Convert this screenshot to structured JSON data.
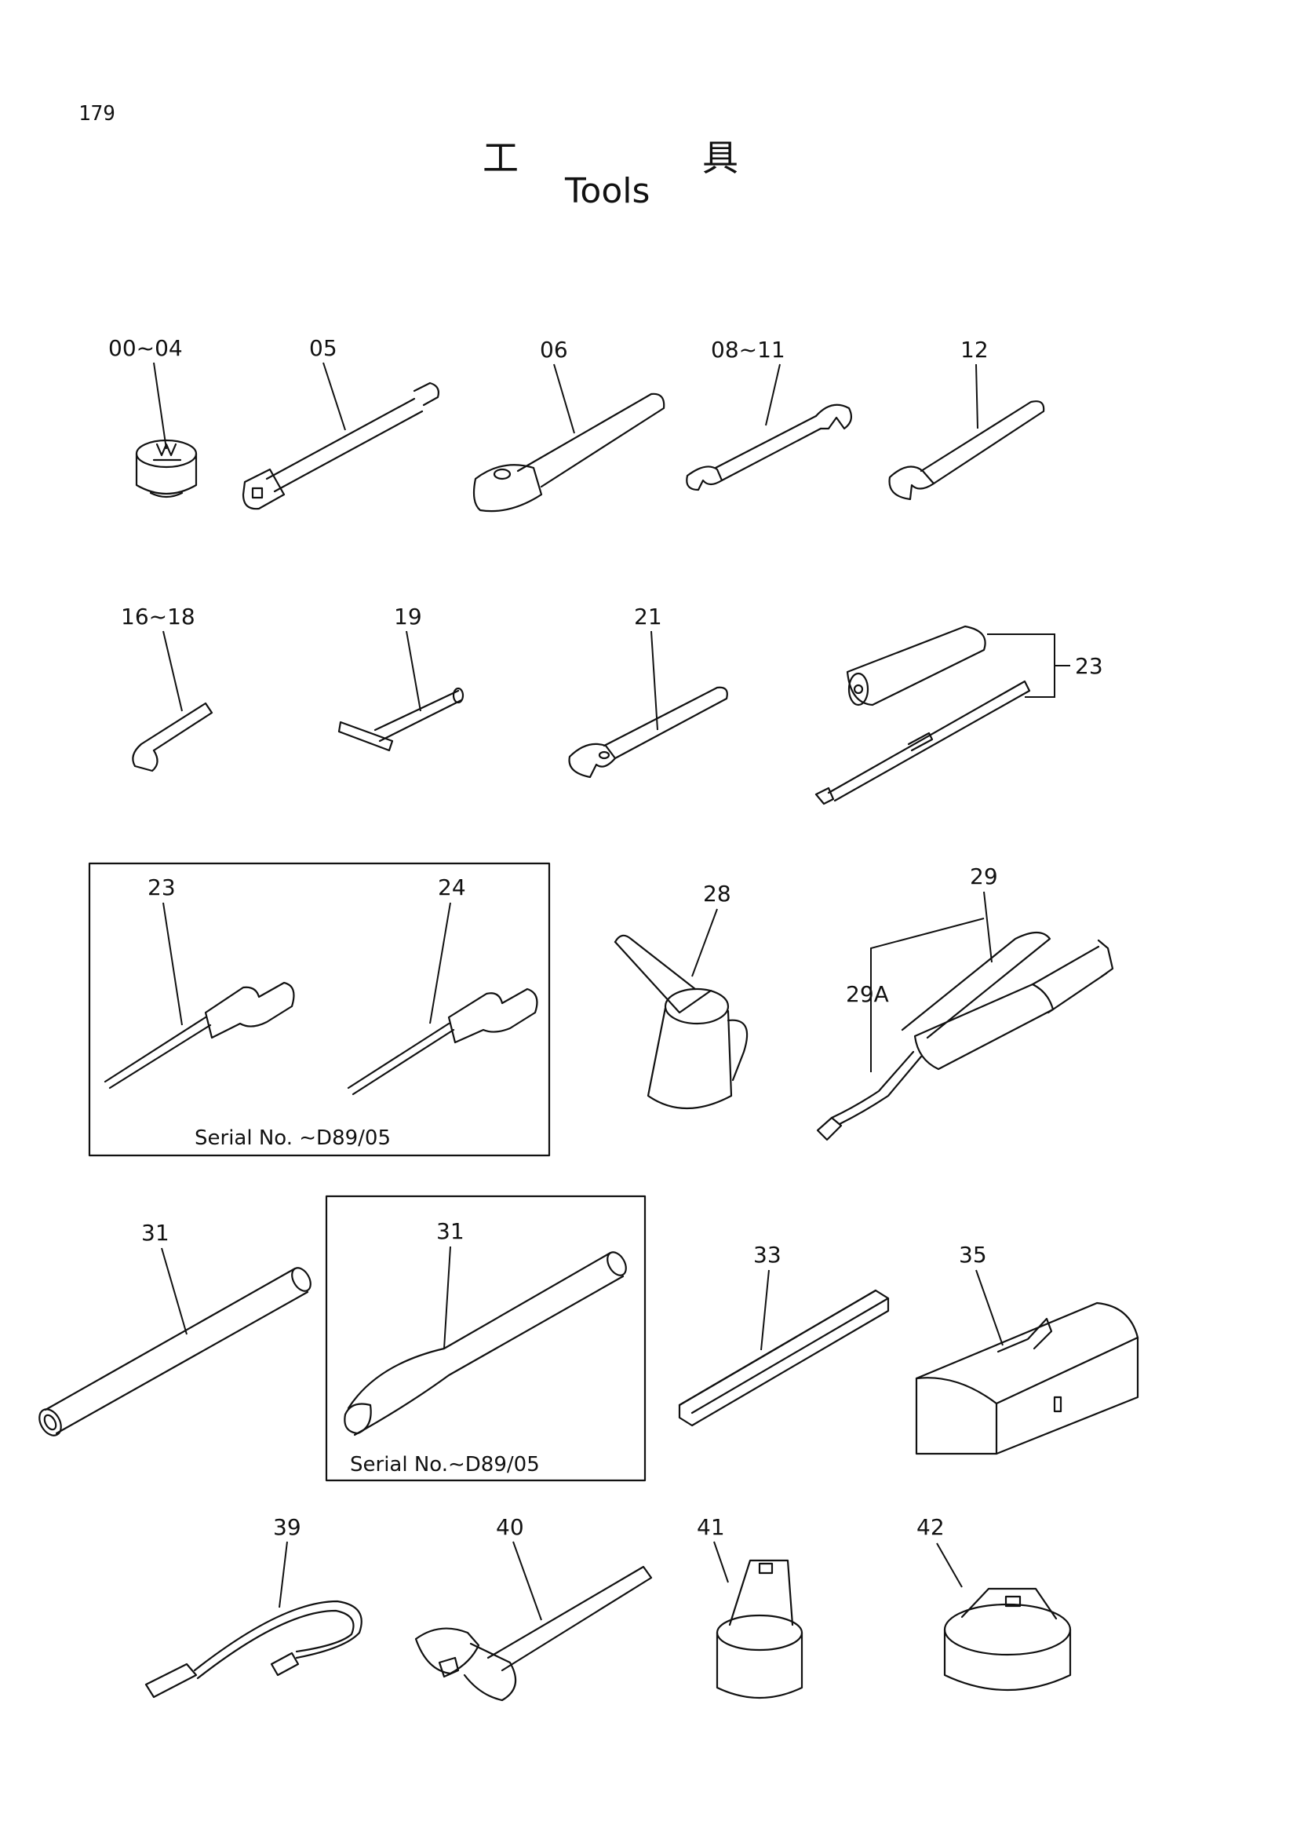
{
  "page_number": "179",
  "title": {
    "jp_left": "工",
    "jp_right": "具",
    "en": "Tools"
  },
  "serial_note_1": "Serial No.  ∼D89/05",
  "serial_note_2": "Serial No.∼D89/05",
  "callouts": {
    "c00_04": "00~04",
    "c05": "05",
    "c06": "06",
    "c08_11": "08~11",
    "c12": "12",
    "c16_18": "16~18",
    "c19": "19",
    "c21": "21",
    "c23a": "23",
    "c23b": "23",
    "c24": "24",
    "c28": "28",
    "c29": "29",
    "c29a": "29A",
    "c31a": "31",
    "c31b": "31",
    "c33": "33",
    "c35": "35",
    "c39": "39",
    "c40": "40",
    "c41": "41",
    "c42": "42"
  }
}
